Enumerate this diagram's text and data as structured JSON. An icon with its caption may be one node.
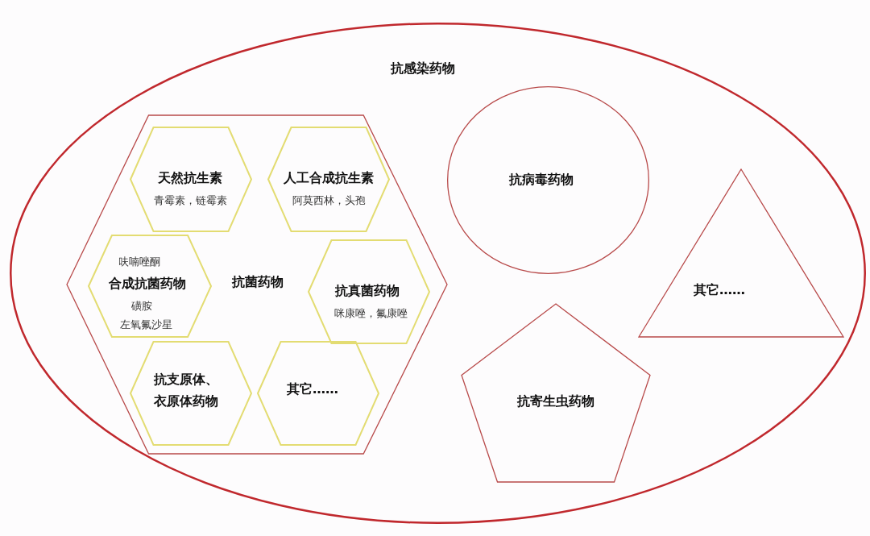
{
  "diagram": {
    "nodes": [
      {
        "text": [
          "抗感染药物"
        ]
      },
      {
        "text": [
          "抗菌药物"
        ],
        "in": 0
      },
      {
        "text": [
          "天然抗生素",
          "青霉素，链霉素"
        ],
        "in": 1
      },
      {
        "text": [
          "人工合成抗生素",
          "阿莫西林，头孢"
        ],
        "in": 1
      },
      {
        "text": [
          "呋喃唑酮",
          "合成抗菌药物",
          "磺胺",
          "左氧氟沙星"
        ],
        "in": 1
      },
      {
        "text": [
          "抗真菌药物",
          "咪康唑，氟康唑"
        ],
        "in": 1
      },
      {
        "text": [
          "抗支原体、衣原体药物"
        ],
        "in": 1
      },
      {
        "text": [
          "其它……"
        ],
        "in": 1
      },
      {
        "text": [
          "抗病毒药物"
        ],
        "in": 0
      },
      {
        "text": [
          "其它……"
        ],
        "in": 0
      },
      {
        "text": [
          "抗寄生虫药物"
        ],
        "in": 0
      }
    ]
  }
}
